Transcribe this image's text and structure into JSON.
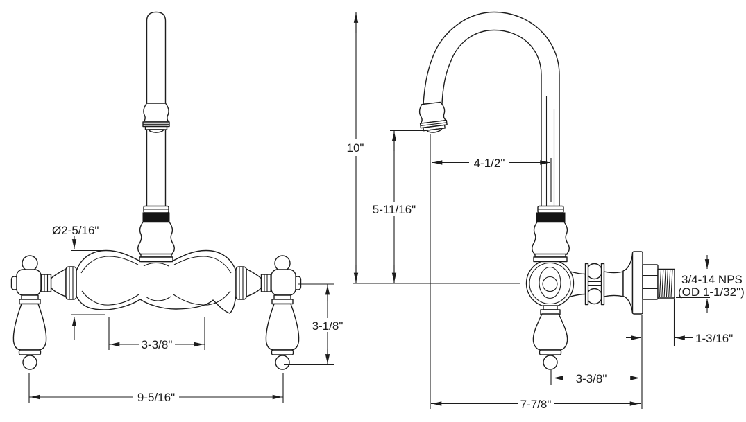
{
  "drawing": {
    "type": "faucet-dimension-drawing",
    "background": "#ffffff",
    "line_color": "#1c1c1c",
    "views": {
      "front": {
        "label": "front view (wall-mount bridge faucet with two lever handles)"
      },
      "side": {
        "label": "side view (gooseneck spout with wall unions)"
      }
    },
    "dimensions": {
      "front": {
        "escutcheon_diameter": "Ø2-5/16\"",
        "center_spacing": "3-3/8\"",
        "handle_drop": "3-1/8\"",
        "overall_width": "9-5/16\""
      },
      "side": {
        "overall_height": "10\"",
        "spout_clearance": "5-11/16\"",
        "spout_reach": "4-1/2\"",
        "thread_spec_line1": "3/4-14 NPS",
        "thread_spec_line2": "(OD 1-1/32\")",
        "thread_length": "1-3/16\"",
        "center_to_wall": "3-3/8\"",
        "overall_depth": "7-7/8\""
      }
    }
  }
}
